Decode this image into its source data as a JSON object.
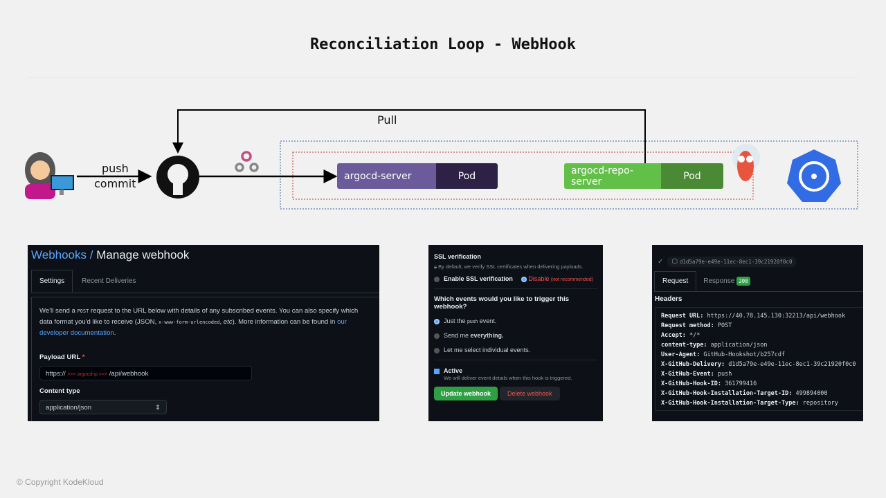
{
  "title": "Reconciliation Loop - WebHook",
  "diagram": {
    "pull_label": "Pull",
    "push_label": "push",
    "commit_label": "commit",
    "argocd_server": "argocd-server",
    "argocd_repo_server": "argocd-repo-server",
    "pod_label": "Pod",
    "colors": {
      "server": "#6b5b9a",
      "server_pod": "#2d2245",
      "repo": "#62c049",
      "repo_pod": "#4a8a35"
    }
  },
  "webhook_settings": {
    "breadcrumb_link": "Webhooks",
    "breadcrumb_sep": "/",
    "breadcrumb_title": "Manage webhook",
    "tabs": [
      "Settings",
      "Recent Deliveries"
    ],
    "desc_1": "We'll send a ",
    "desc_post": "POST",
    "desc_2": " request to the URL below with details of any subscribed events. You can also specify which data format you'd like to receive (JSON, ",
    "desc_code": "x-www-form-urlencoded",
    "desc_3": ", ",
    "desc_etc": "etc",
    "desc_4": "). More information can be found in ",
    "desc_link": "our developer documentation",
    "desc_5": ".",
    "payload_label": "Payload URL",
    "required": "*",
    "payload_prefix": "https://",
    "payload_placeholder": "<<< argocd-ip >>>",
    "payload_suffix": "/api/webhook",
    "content_type_label": "Content type",
    "content_type_value": "application/json"
  },
  "webhook_options": {
    "ssl_title": "SSL verification",
    "ssl_desc": "By default, we verify SSL certificates when delivering payloads.",
    "ssl_enable": "Enable SSL verification",
    "ssl_disable": "Disable",
    "ssl_disable_note": "(not recommended)",
    "events_title": "Which events would you like to trigger this webhook?",
    "event_1a": "Just the ",
    "event_1b": "push",
    "event_1c": " event.",
    "event_2a": "Send me ",
    "event_2b": "everything.",
    "event_3": "Let me select individual events.",
    "active_label": "Active",
    "active_desc": "We will deliver event details when this hook is triggered.",
    "update_button": "Update webhook",
    "delete_button": "Delete webhook"
  },
  "delivery": {
    "id": "d1d5a79e-e49e-11ec-8ec1-39c21920f0c0",
    "tabs": [
      "Request",
      "Response"
    ],
    "status": "200",
    "headers_title": "Headers",
    "headers": [
      {
        "k": "Request URL:",
        "v": "https://40.78.145.130:32213/api/webhook"
      },
      {
        "k": "Request method:",
        "v": "POST"
      },
      {
        "k": "Accept:",
        "v": "*/*"
      },
      {
        "k": "content-type:",
        "v": "application/json"
      },
      {
        "k": "User-Agent:",
        "v": "GitHub-Hookshot/b257cdf"
      },
      {
        "k": "X-GitHub-Delivery:",
        "v": "d1d5a79e-e49e-11ec-8ec1-39c21920f0c0"
      },
      {
        "k": "X-GitHub-Event:",
        "v": "push"
      },
      {
        "k": "X-GitHub-Hook-ID:",
        "v": "361799416"
      },
      {
        "k": "X-GitHub-Hook-Installation-Target-ID:",
        "v": "499894000"
      },
      {
        "k": "X-GitHub-Hook-Installation-Target-Type:",
        "v": "repository"
      }
    ]
  },
  "footer": "© Copyright KodeKloud"
}
